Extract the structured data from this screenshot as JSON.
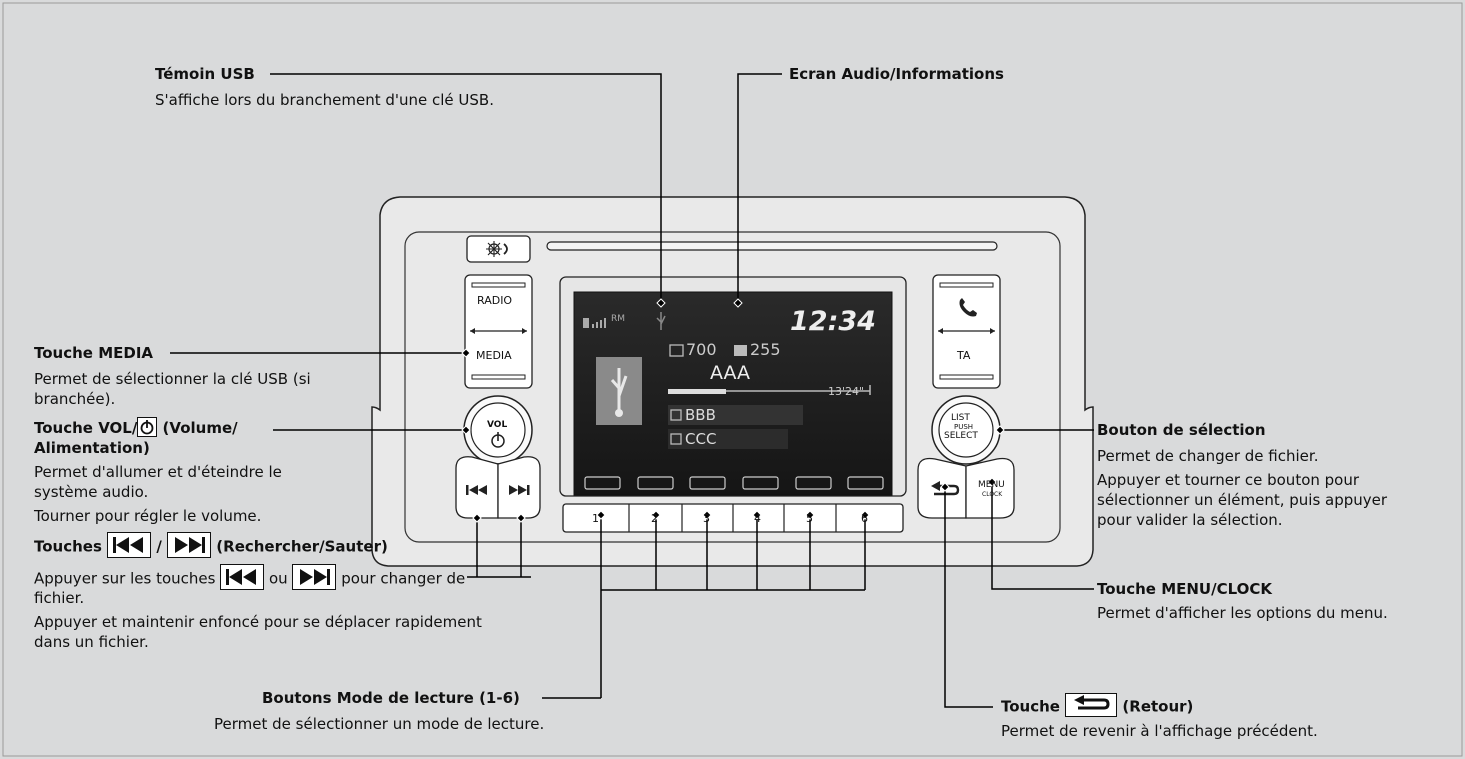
{
  "device": {
    "screen": {
      "signal_label": "RM",
      "clock": "12:34",
      "folder_count": "700",
      "track_count": "255",
      "track_name": "AAA",
      "elapsed": "13'24\"",
      "artist": "BBB",
      "album": "CCC"
    },
    "buttons": {
      "radio": "RADIO",
      "media": "MEDIA",
      "ta": "TA",
      "vol": "VOL",
      "select_1": "LIST",
      "select_2": "PUSH",
      "select_3": "SELECT",
      "menu": "MENU",
      "clock": "CLOCK",
      "presets": [
        "1",
        "2",
        "3",
        "4",
        "5",
        "6"
      ]
    }
  },
  "callouts": {
    "usb": {
      "title": "Témoin USB",
      "desc": "S'affiche lors du branchement d'une clé USB."
    },
    "screen": {
      "title": "Ecran Audio/Informations"
    },
    "media": {
      "title": "Touche MEDIA",
      "desc1": "Permet de sélectionner la clé USB (si",
      "desc2": "branchée)."
    },
    "vol": {
      "title_a": "Touche VOL/",
      "title_b": " (Volume/",
      "title_c": "Alimentation)",
      "desc1": "Permet d'allumer et d'éteindre le",
      "desc2": "système audio.",
      "desc3": "Tourner pour régler le volume."
    },
    "seek": {
      "title_a": "Touches ",
      "title_b": " / ",
      "title_c": " (Rechercher/Sauter)",
      "desc_a": "Appuyer sur les touches ",
      "desc_b": " ou ",
      "desc_c": " pour changer de",
      "desc2": "fichier.",
      "desc3": "Appuyer et maintenir enfoncé pour se déplacer rapidement",
      "desc4": "dans un fichier."
    },
    "play_mode": {
      "title": "Boutons Mode de lecture (1-6)",
      "desc": "Permet de sélectionner un mode de lecture."
    },
    "select": {
      "title": "Bouton de sélection",
      "desc1": "Permet de changer de fichier.",
      "desc2": "Appuyer et tourner ce bouton pour",
      "desc3": "sélectionner un élément, puis appuyer",
      "desc4": "pour valider la sélection."
    },
    "menu": {
      "title": "Touche MENU/CLOCK",
      "desc": "Permet d'afficher les options du menu."
    },
    "back": {
      "title_a": "Touche ",
      "title_b": " (Retour)",
      "desc": "Permet de revenir à l'affichage précédent."
    }
  }
}
